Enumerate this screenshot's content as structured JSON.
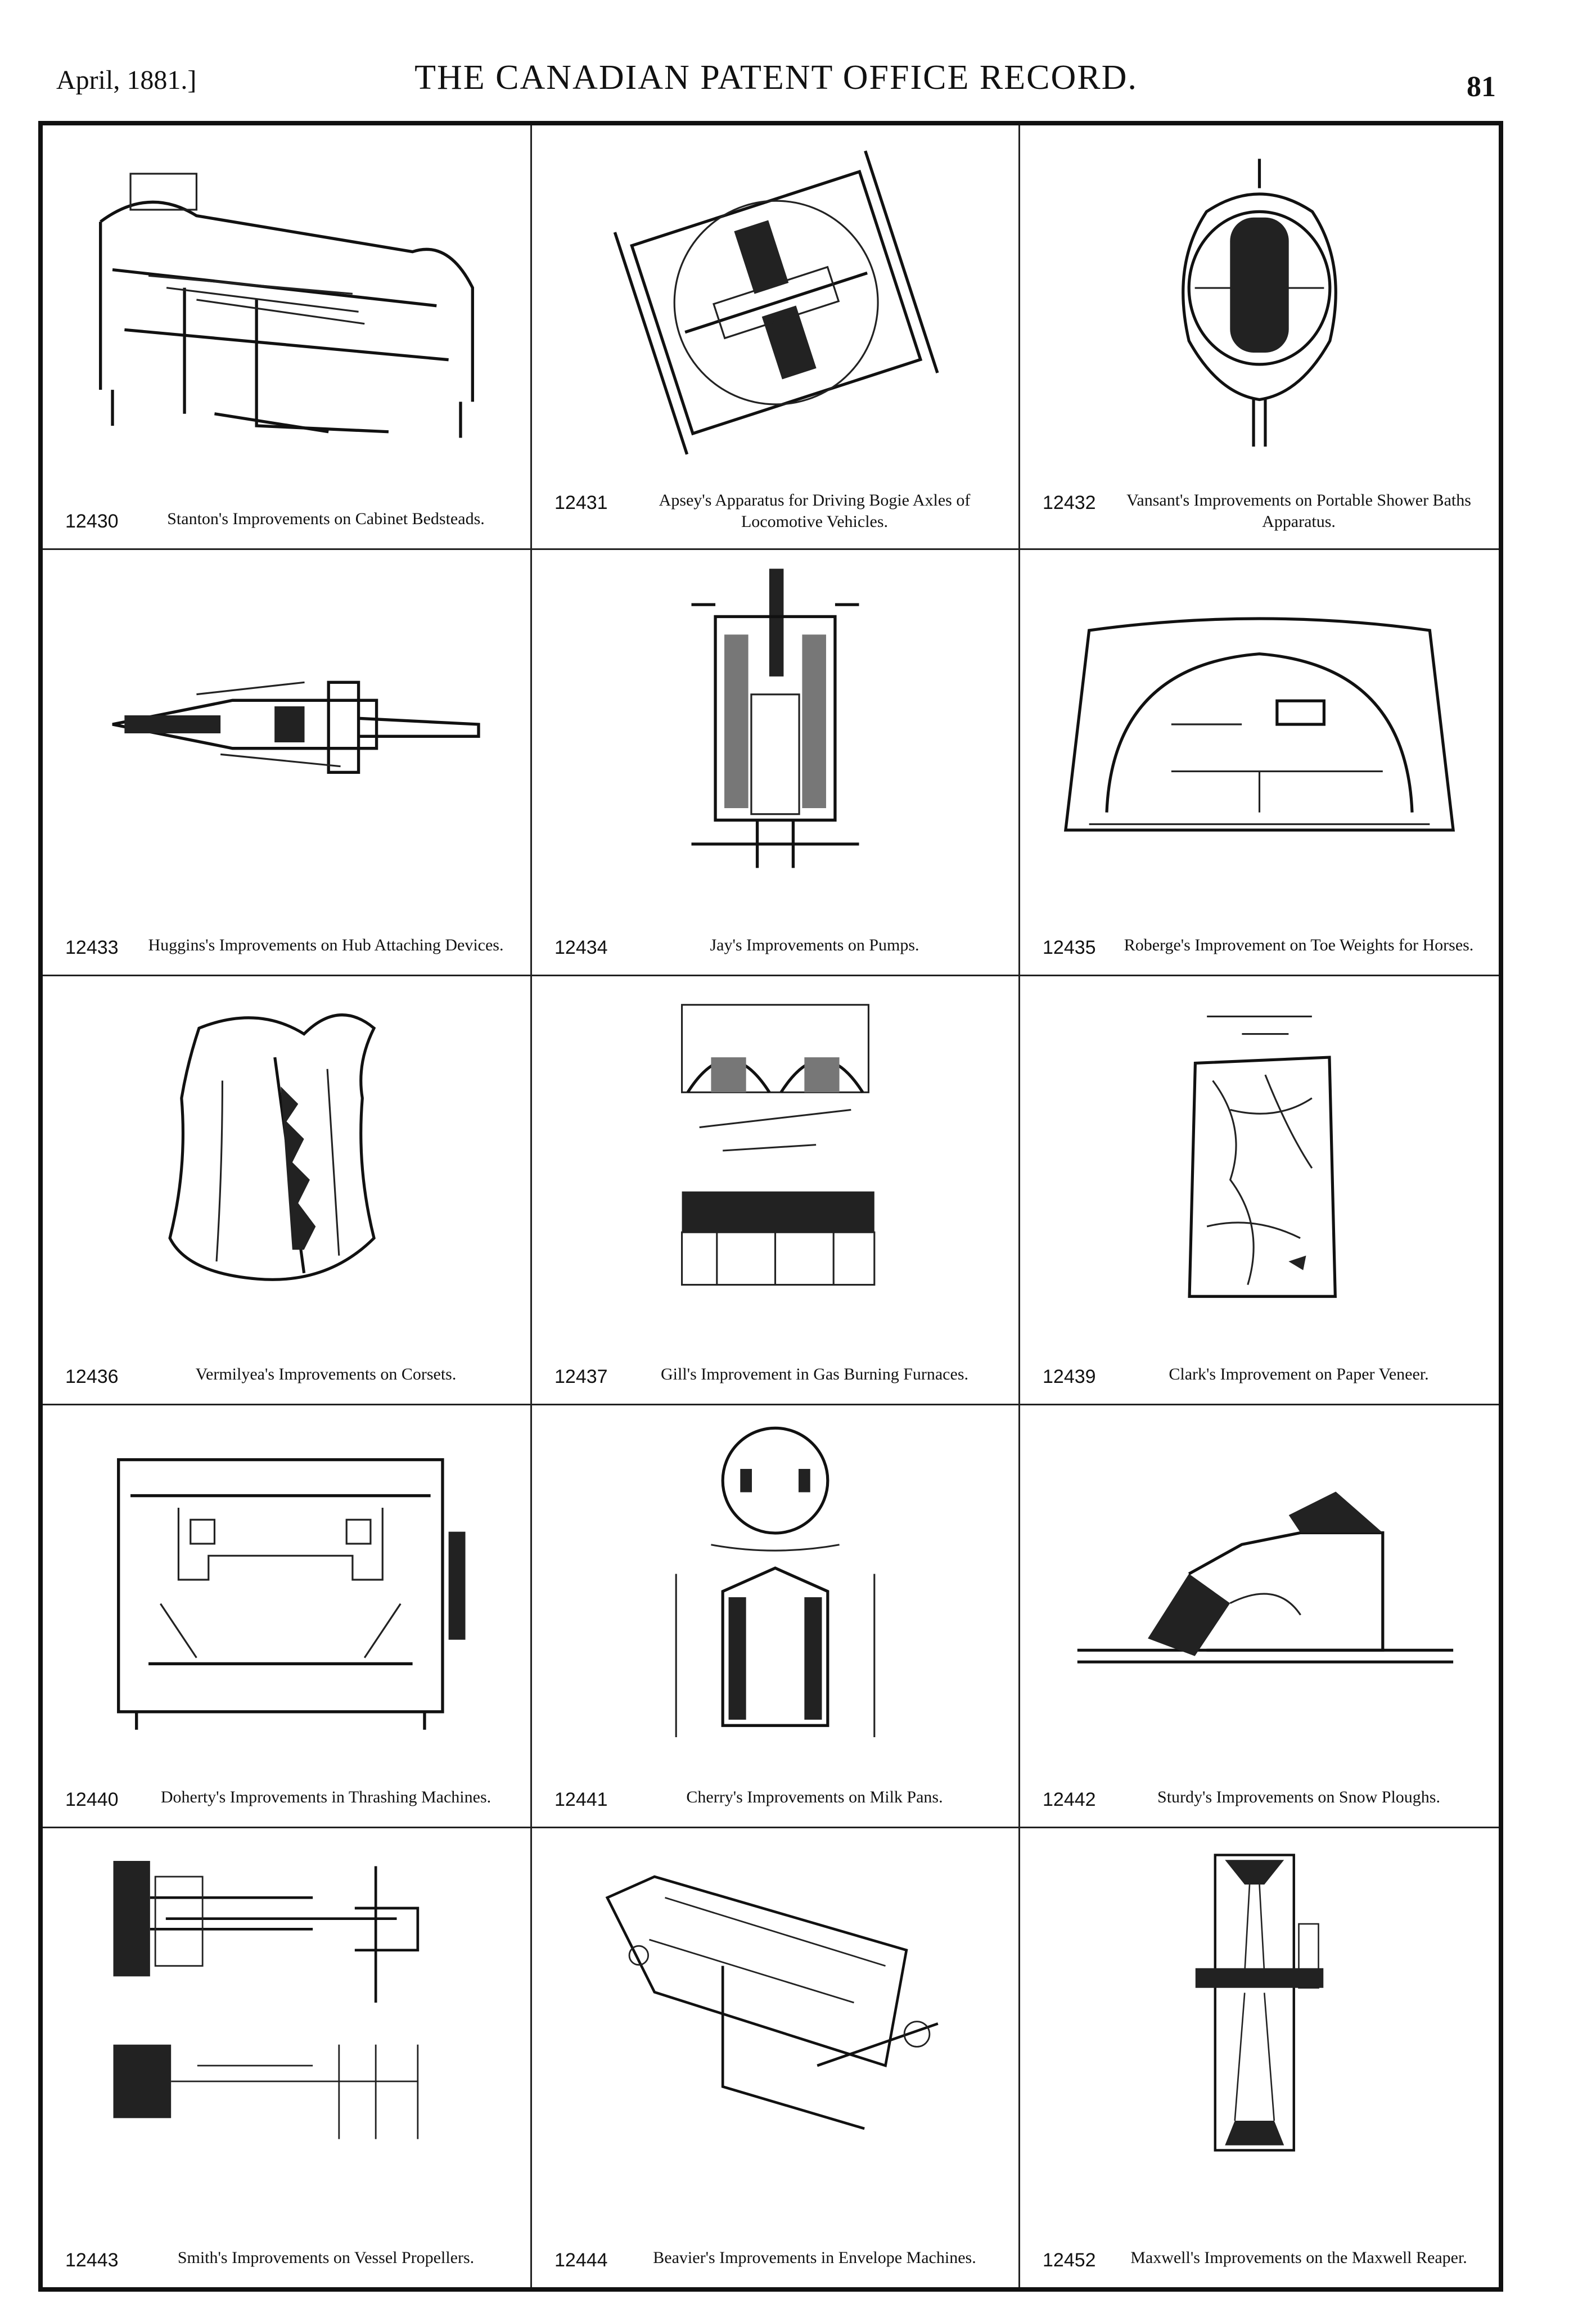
{
  "header": {
    "date": "April, 1881.]",
    "title": "THE CANADIAN PATENT OFFICE RECORD.",
    "page_number": "81"
  },
  "patents": [
    {
      "number": "12430",
      "title": "Stanton's Improvements on Cabinet Bedsteads.",
      "figure": "bedstead"
    },
    {
      "number": "12431",
      "title": "Apsey's Apparatus for Driving Bogie Axles of Locomotive Vehicles.",
      "figure": "bogie"
    },
    {
      "number": "12432",
      "title": "Vansant's Improvements on Portable Shower Baths Apparatus.",
      "figure": "shower"
    },
    {
      "number": "12433",
      "title": "Huggins's Improvements on Hub Attaching Devices.",
      "figure": "hub"
    },
    {
      "number": "12434",
      "title": "Jay's Improvements on Pumps.",
      "figure": "pump"
    },
    {
      "number": "12435",
      "title": "Roberge's Improvement on Toe Weights for Horses.",
      "figure": "toeweight"
    },
    {
      "number": "12436",
      "title": "Vermilyea's Improvements on Corsets.",
      "figure": "corset"
    },
    {
      "number": "12437",
      "title": "Gill's Improvement in Gas Burning Furnaces.",
      "figure": "furnace"
    },
    {
      "number": "12439",
      "title": "Clark's Improvement on Paper Veneer.",
      "figure": "veneer"
    },
    {
      "number": "12440",
      "title": "Doherty's Improvements in Thrashing Machines.",
      "figure": "thrasher"
    },
    {
      "number": "12441",
      "title": "Cherry's Improvements on Milk Pans.",
      "figure": "milkpan"
    },
    {
      "number": "12442",
      "title": "Sturdy's Improvements on Snow Ploughs.",
      "figure": "plough"
    },
    {
      "number": "12443",
      "title": "Smith's Improvements on Vessel Propellers.",
      "figure": "propeller"
    },
    {
      "number": "12444",
      "title": "Beavier's Improvements in Envelope Machines.",
      "figure": "envelope"
    },
    {
      "number": "12452",
      "title": "Maxwell's Improvements on the Maxwell Reaper.",
      "figure": "reaper"
    }
  ]
}
